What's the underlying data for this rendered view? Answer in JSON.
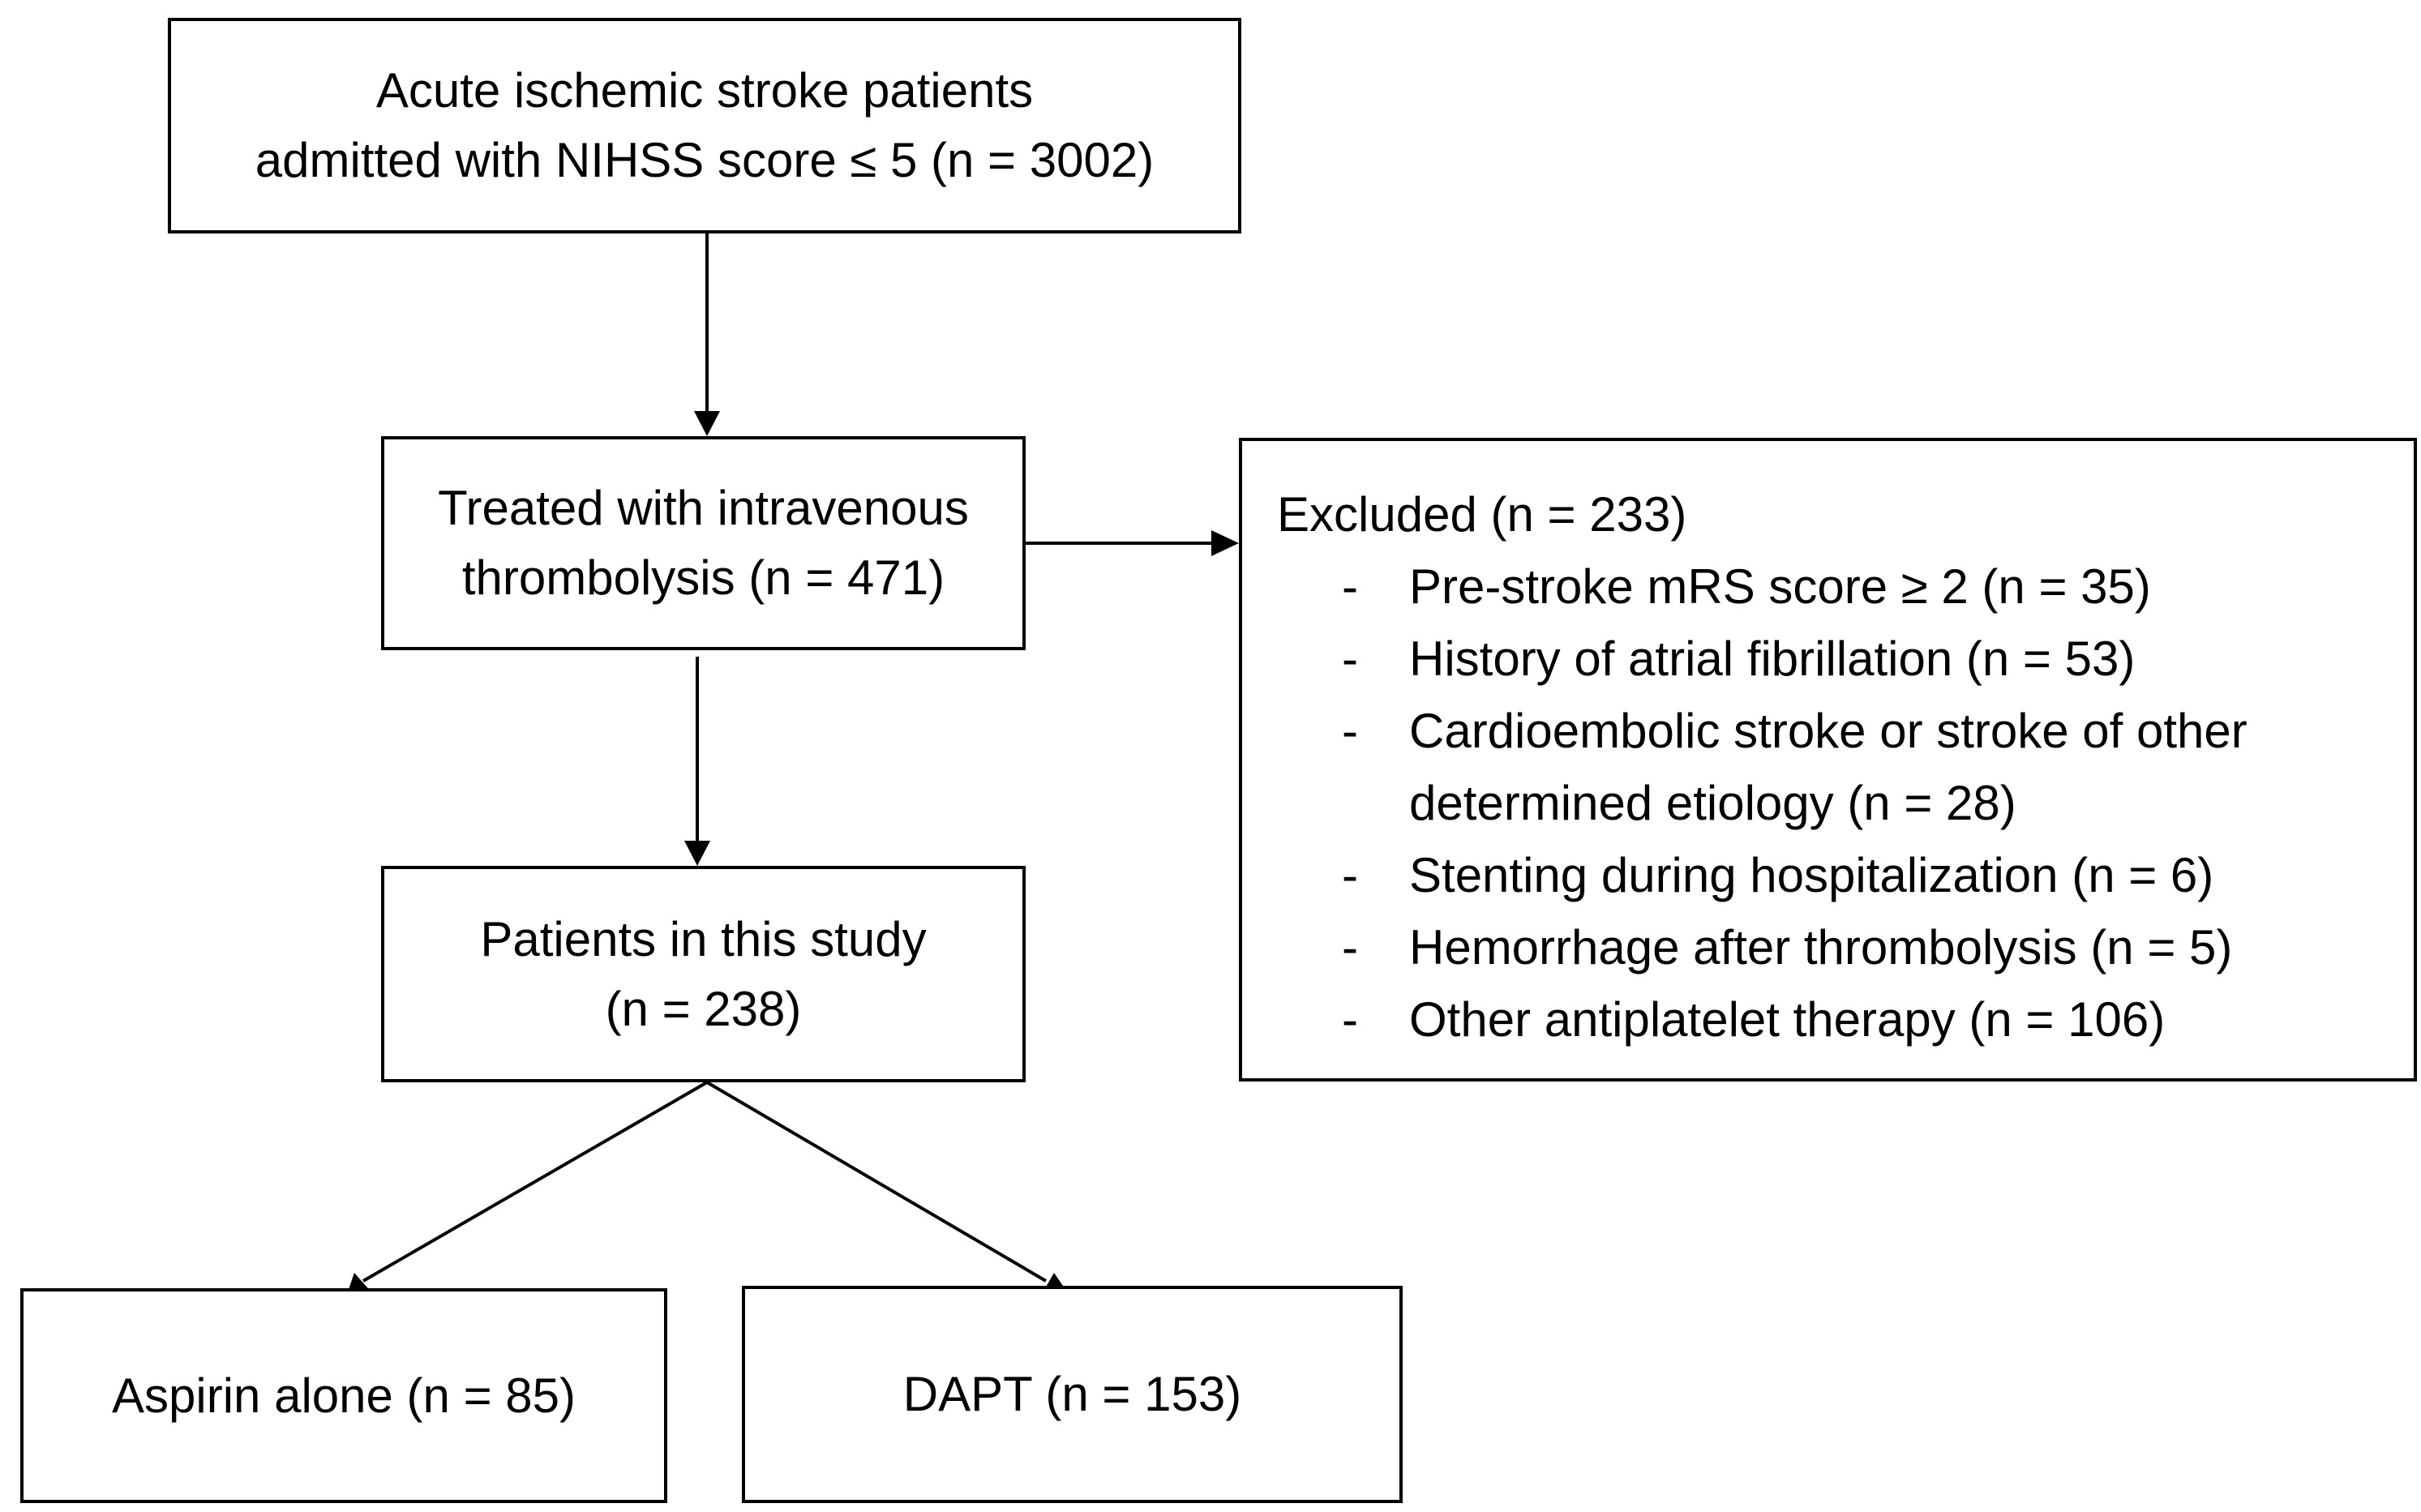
{
  "boxes": {
    "screened": {
      "line1": "Acute ischemic stroke patients",
      "line2": "admitted with NIHSS score ≤ 5 (n = 3002)"
    },
    "thrombolysis": {
      "line1": "Treated with intravenous",
      "line2": "thrombolysis (n = 471)"
    },
    "study": {
      "line1": "Patients in this study",
      "line2": "(n = 238)"
    },
    "aspirin": {
      "label": "Aspirin alone (n = 85)"
    },
    "dapt": {
      "label": "DAPT (n = 153)"
    },
    "excluded": {
      "heading": "Excluded (n = 233)",
      "bullet": "-",
      "items": [
        {
          "line1": "Pre-stroke mRS score ≥ 2 (n = 35)"
        },
        {
          "line1": "History of atrial fibrillation (n = 53)"
        },
        {
          "line1": "Cardioembolic stroke or stroke of other",
          "line2": "determined etiology (n = 28)"
        },
        {
          "line1": "Stenting during hospitalization (n = 6)"
        },
        {
          "line1": "Hemorrhage after thrombolysis (n = 5)"
        },
        {
          "line1": "Other antiplatelet therapy (n = 106)"
        }
      ]
    }
  }
}
